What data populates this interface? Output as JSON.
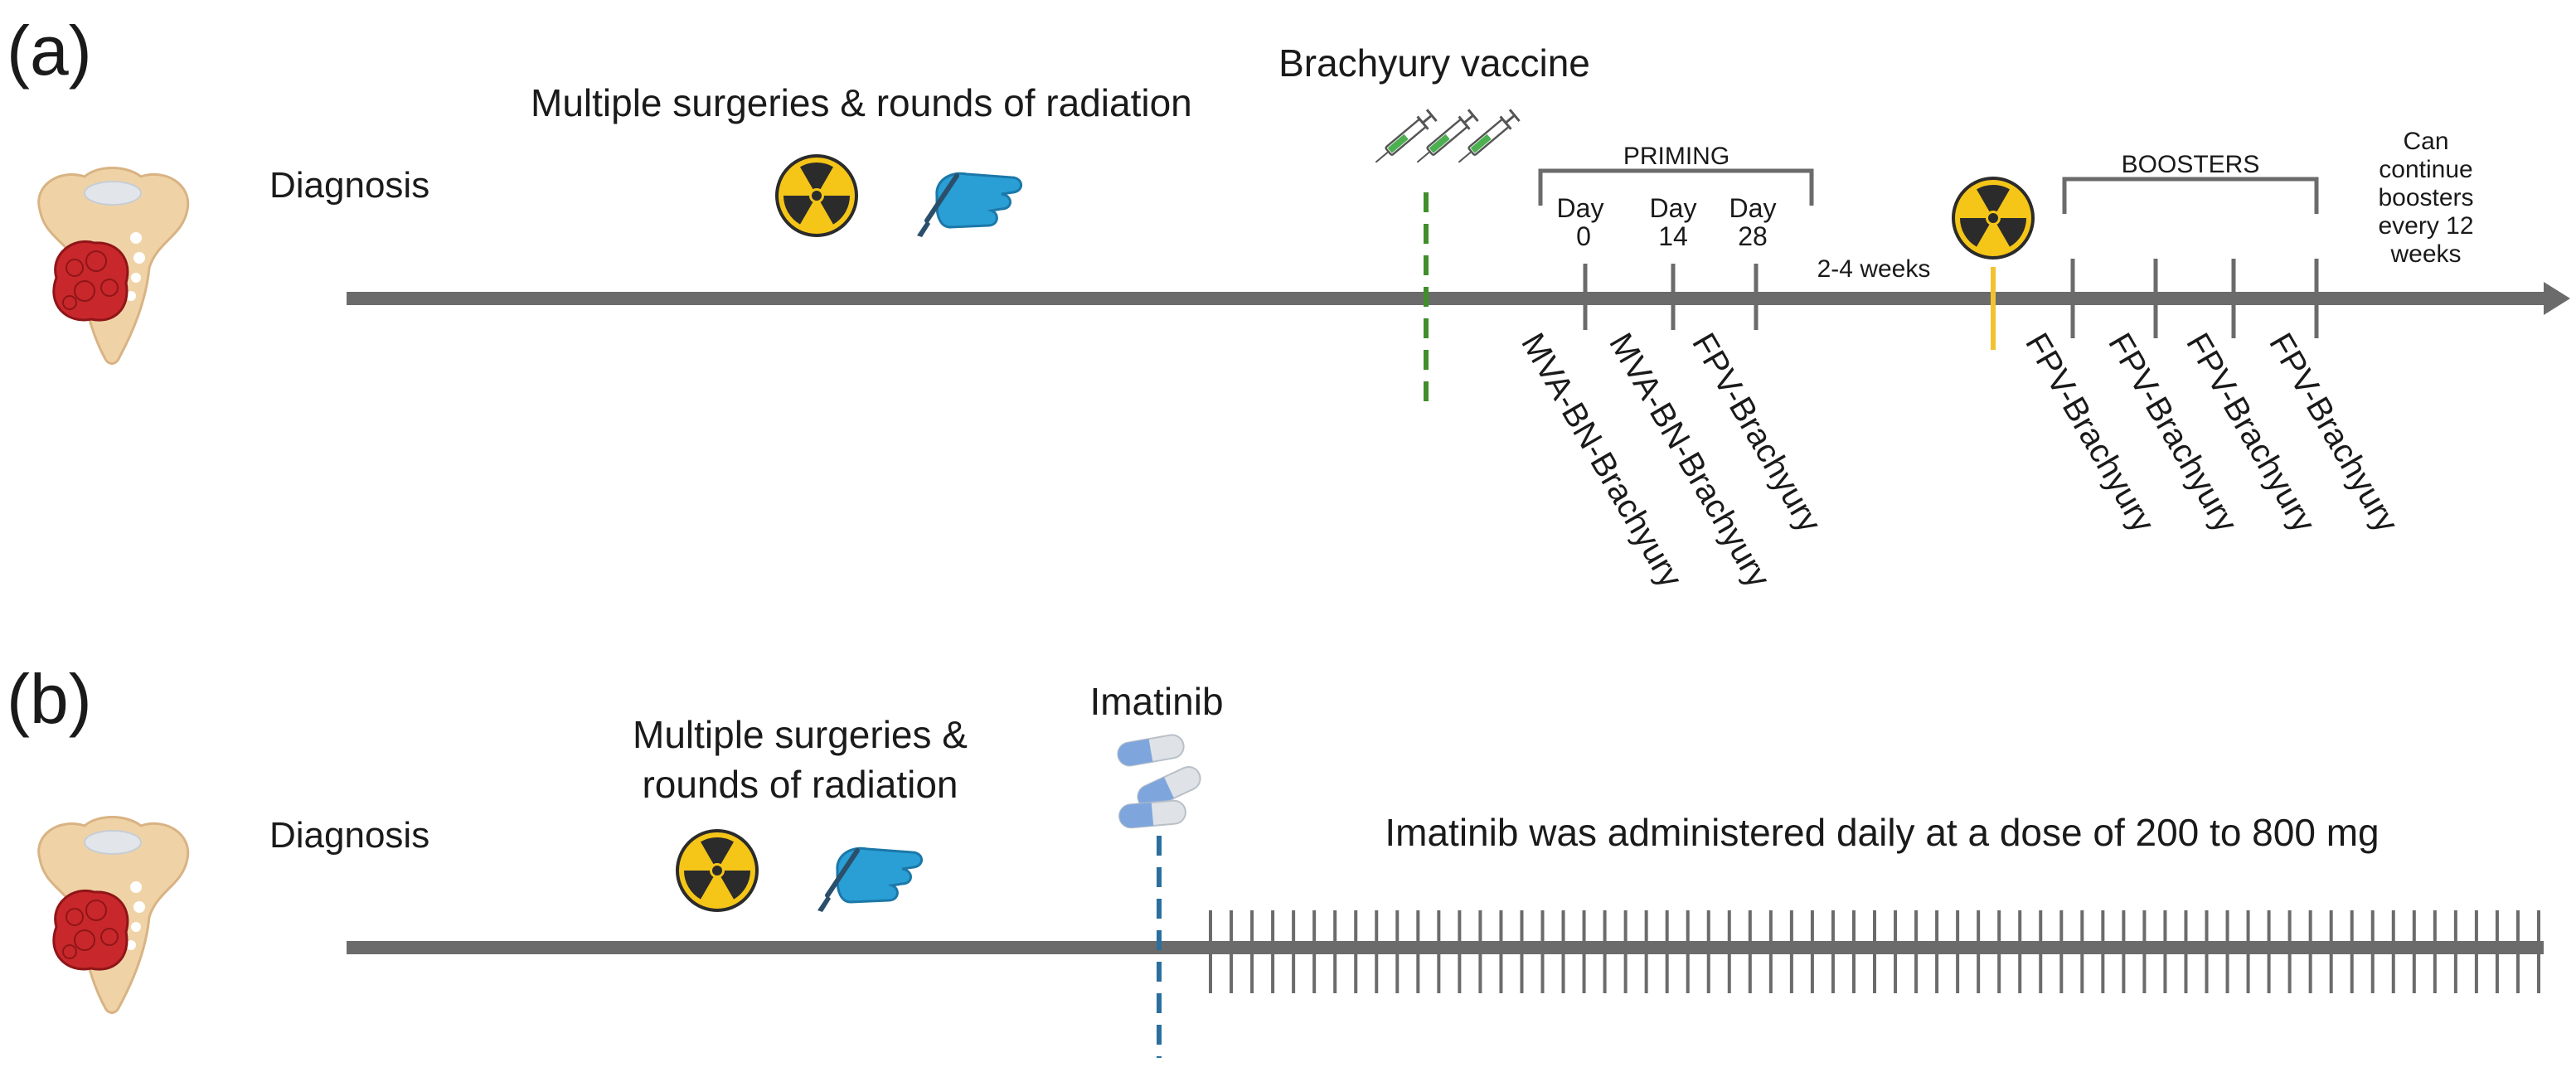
{
  "colors": {
    "timeline": "#6b6b6b",
    "vaccine_marker": "#3f8f2a",
    "radiation_marker": "#f2c230",
    "imatinib_marker": "#2a6f9e",
    "radiation_icon": "#f5c518",
    "hand_icon": "#2a9fd6",
    "tumor": "#c8282b",
    "bone": "#efd3a7",
    "pill_blue": "#7fa6dc",
    "syringe_liquid": "#4caf50"
  },
  "panel_a": {
    "label": "(a)",
    "diagnosis": "Diagnosis",
    "history": "Multiple surgeries & rounds of radiation",
    "vaccine_title": "Brachyury vaccine",
    "priming_label": "PRIMING",
    "boosters_label": "BOOSTERS",
    "interval_label": "2-4 weeks",
    "continue_note": [
      "Can",
      "continue",
      "boosters",
      "every 12",
      "weeks"
    ],
    "days": [
      {
        "label": "Day",
        "number": "0"
      },
      {
        "label": "Day",
        "number": "14"
      },
      {
        "label": "Day",
        "number": "28"
      }
    ],
    "priming_doses": [
      "MVA-BN-Brachyury",
      "MVA-BN-Brachyury",
      "FPV-Brachyury"
    ],
    "booster_doses": [
      "FPV-Brachyury",
      "FPV-Brachyury",
      "FPV-Brachyury",
      "FPV-Brachyury"
    ],
    "icons": [
      "sacrum-tumor-icon",
      "radiation-icon",
      "scalpel-hand-icon",
      "syringe-icon",
      "radiation-icon"
    ]
  },
  "panel_b": {
    "label": "(b)",
    "diagnosis": "Diagnosis",
    "history": [
      "Multiple surgeries &",
      "rounds of radiation"
    ],
    "drug_title": "Imatinib",
    "dosing_note": "Imatinib was administered daily at a dose of 200 to 800 mg",
    "daily_tick_count": 65,
    "icons": [
      "sacrum-tumor-icon",
      "radiation-icon",
      "scalpel-hand-icon",
      "capsule-icon"
    ]
  }
}
